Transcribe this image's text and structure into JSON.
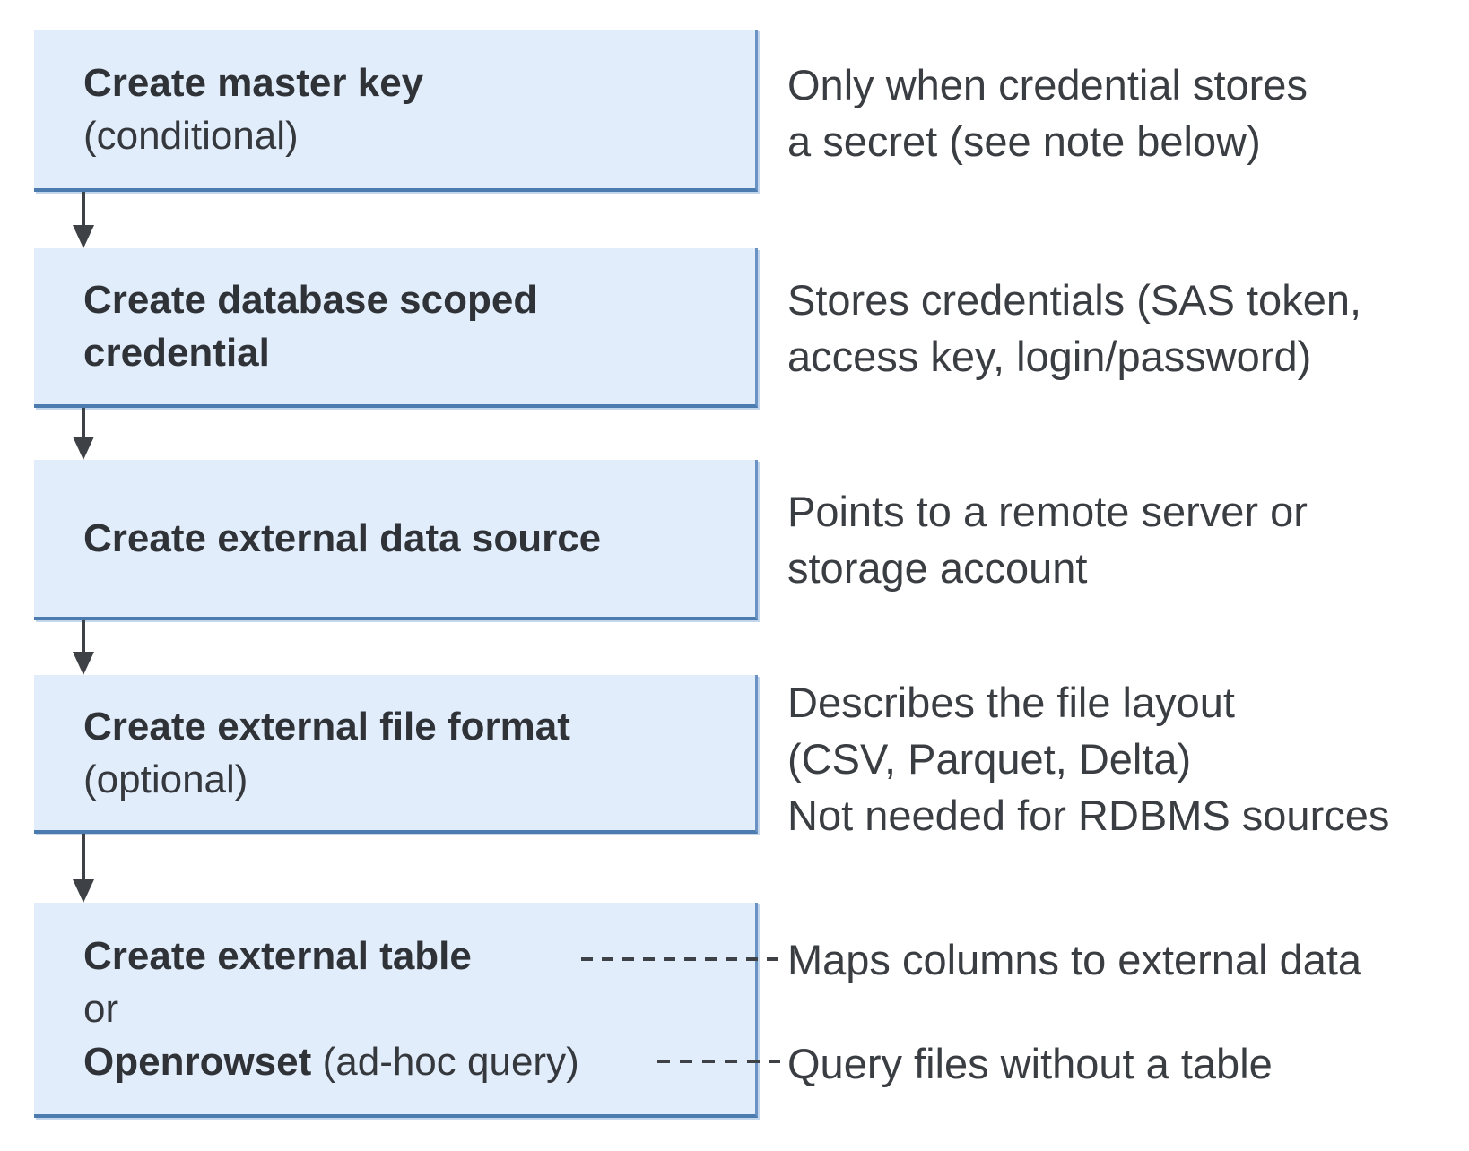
{
  "colors": {
    "box_fill": "#e2edfb",
    "box_border_dark": "#4c7bb0",
    "box_border_light": "#6a93c3",
    "title_text": "#2f3338",
    "note_text": "#3a3e42",
    "connector": "#3e4247"
  },
  "steps": [
    {
      "title": "Create master key",
      "qualifier": "(conditional)"
    },
    {
      "title_line1": "Create database scoped",
      "title_line2": "credential"
    },
    {
      "title": "Create external data source"
    },
    {
      "title": "Create external file format",
      "qualifier": "(optional)"
    },
    {
      "title": "Create external table",
      "connector_word": "or",
      "alt_title": "Openrowset",
      "alt_qualifier": "(ad-hoc query)"
    }
  ],
  "notes": [
    {
      "lines": [
        "Only when credential stores",
        "a secret (see note below)"
      ]
    },
    {
      "lines": [
        "Stores credentials (SAS token,",
        "access key, login/password)"
      ]
    },
    {
      "lines": [
        "Points to a remote server or",
        "storage account"
      ]
    },
    {
      "lines": [
        "Describes the file layout",
        "(CSV, Parquet, Delta)",
        "Not needed for RDBMS sources"
      ]
    },
    {
      "lines": [
        "Maps columns to external data"
      ]
    },
    {
      "lines": [
        "Query files without a table"
      ]
    }
  ]
}
